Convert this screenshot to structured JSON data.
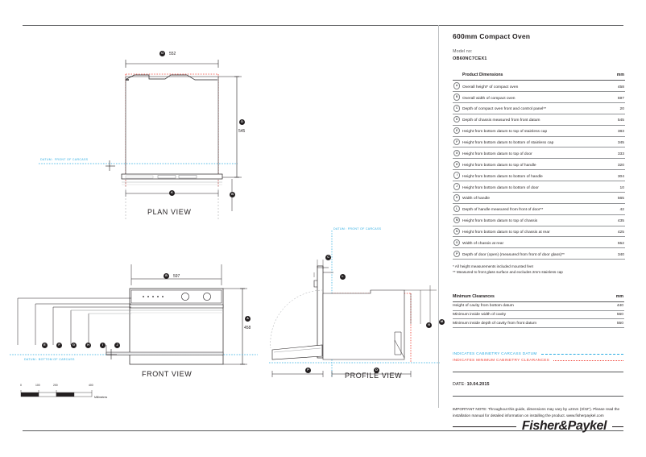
{
  "document": {
    "title": "600mm Compact Oven",
    "model_label": "Model no:",
    "model_code": "OB60NC7CEX1"
  },
  "product_dimensions": {
    "heading": "Product Dimensions",
    "unit_heading": "mm",
    "rows": [
      {
        "ref": "A",
        "desc": "Overall height* of compact oven",
        "value": "458"
      },
      {
        "ref": "B",
        "desc": "Overall width of compact oven",
        "value": "597"
      },
      {
        "ref": "C",
        "desc": "Depth of compact oven front and control panel**",
        "value": "20"
      },
      {
        "ref": "D",
        "desc": "Depth of chassis measured from front datum",
        "value": "545"
      },
      {
        "ref": "E",
        "desc": "Height from bottom datum to top of stainless cap",
        "value": "383"
      },
      {
        "ref": "F",
        "desc": "Height from bottom datum to bottom of stainless cap",
        "value": "345"
      },
      {
        "ref": "G",
        "desc": "Height from bottom datum to top of door",
        "value": "333"
      },
      {
        "ref": "H",
        "desc": "Height from bottom datum to top of handle",
        "value": "320"
      },
      {
        "ref": "I",
        "desc": "Height from bottom datum to bottom of handle",
        "value": "304"
      },
      {
        "ref": "J",
        "desc": "Height from bottom datum to bottom of door",
        "value": "10"
      },
      {
        "ref": "K",
        "desc": "Width of handle",
        "value": "565"
      },
      {
        "ref": "L",
        "desc": "Depth of handle measured from front of door**",
        "value": "42"
      },
      {
        "ref": "M",
        "desc": "Height from bottom datum to top of chassis",
        "value": "435"
      },
      {
        "ref": "N",
        "desc": "Height from bottom datum to top of chassis at rear",
        "value": "425"
      },
      {
        "ref": "O",
        "desc": "Width of chassis at rear",
        "value": "552"
      },
      {
        "ref": "P",
        "desc": "Depth of door (open) (measured from front of door glass)**",
        "value": "340"
      }
    ]
  },
  "footnotes": {
    "one": "* All height measurements included mounted feet",
    "two": "** Measured to front glass surface and excludes 2mm stainless cap"
  },
  "minimum_clearances": {
    "heading": "Minimum Clearances",
    "unit_heading": "mm",
    "rows": [
      {
        "desc": "Height of cavity from bottom datum",
        "value": "440"
      },
      {
        "desc": "Minimum inside width of cavity",
        "value": "560"
      },
      {
        "desc": "Minimum inside depth of cavity from front datum",
        "value": "550"
      }
    ]
  },
  "legend": {
    "carcass_datum": "INDICATES CABINETRY CARCASS DATUM",
    "minimum_clearances": "INDICATES MINIMUM CABINETRY CLEARANCES",
    "carcass_color": "#29abe2",
    "clearance_color": "#ef4136"
  },
  "date": {
    "label": "DATE:",
    "value": "10.04.2015"
  },
  "important_note": "IMPORTANT NOTE: Throughout this guide, dimensions may vary by ±2mm (3/32\"). Please read the installation manual for detailed information on installing the product. www.fisherpaykel.com",
  "brand": {
    "name": "Fisher&Paykel"
  },
  "drawings": {
    "plan_view": {
      "title": "PLAN VIEW",
      "width_ref": "O",
      "width_value": "552",
      "depth_ref": "D",
      "depth_value": "545",
      "datum_label": "DATUM : FRONT OF CARCASS",
      "bubble_k": "K",
      "bubble_b": "B"
    },
    "front_view": {
      "title": "FRONT VIEW",
      "width_ref": "B",
      "width_value": "597",
      "height_ref": "A",
      "height_value": "458",
      "datum_label": "DATUM : BOTTOM OF CARCASS",
      "bubbles": [
        "E",
        "F",
        "G",
        "H",
        "I",
        "J"
      ]
    },
    "profile_view": {
      "title": "PROFILE VIEW",
      "datum_label": "DATUM : FRONT OF CARCASS",
      "bubble_c": "C",
      "bubble_l": "L",
      "bubble_p": "P",
      "bubble_d": "D",
      "bubble_n": "N",
      "bubble_m": "M"
    },
    "scale": {
      "ticks": [
        "0",
        "100",
        "200",
        "400"
      ],
      "unit": "Millimetres"
    }
  }
}
